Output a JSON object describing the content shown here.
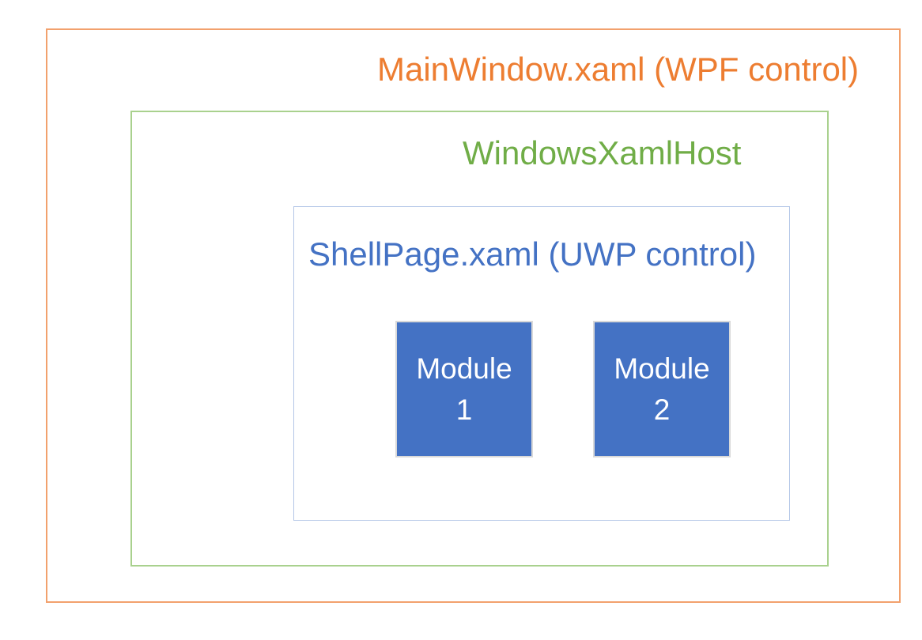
{
  "diagram": {
    "outer": {
      "label": "MainWindow.xaml (WPF control)"
    },
    "host": {
      "label": "WindowsXamlHost"
    },
    "shell": {
      "label": "ShellPage.xaml (UWP control)"
    },
    "modules": [
      {
        "text": "Module\n1"
      },
      {
        "text": "Module\n2"
      }
    ],
    "colors": {
      "outer_border": "#F2A16D",
      "outer_text": "#ED7D31",
      "host_border": "#A9D18E",
      "host_text": "#70AD47",
      "shell_border": "#B4C7E7",
      "shell_text": "#4472C4",
      "module_fill": "#4472C4",
      "module_border": "#D9D9D9",
      "module_text": "#FFFFFF"
    }
  }
}
